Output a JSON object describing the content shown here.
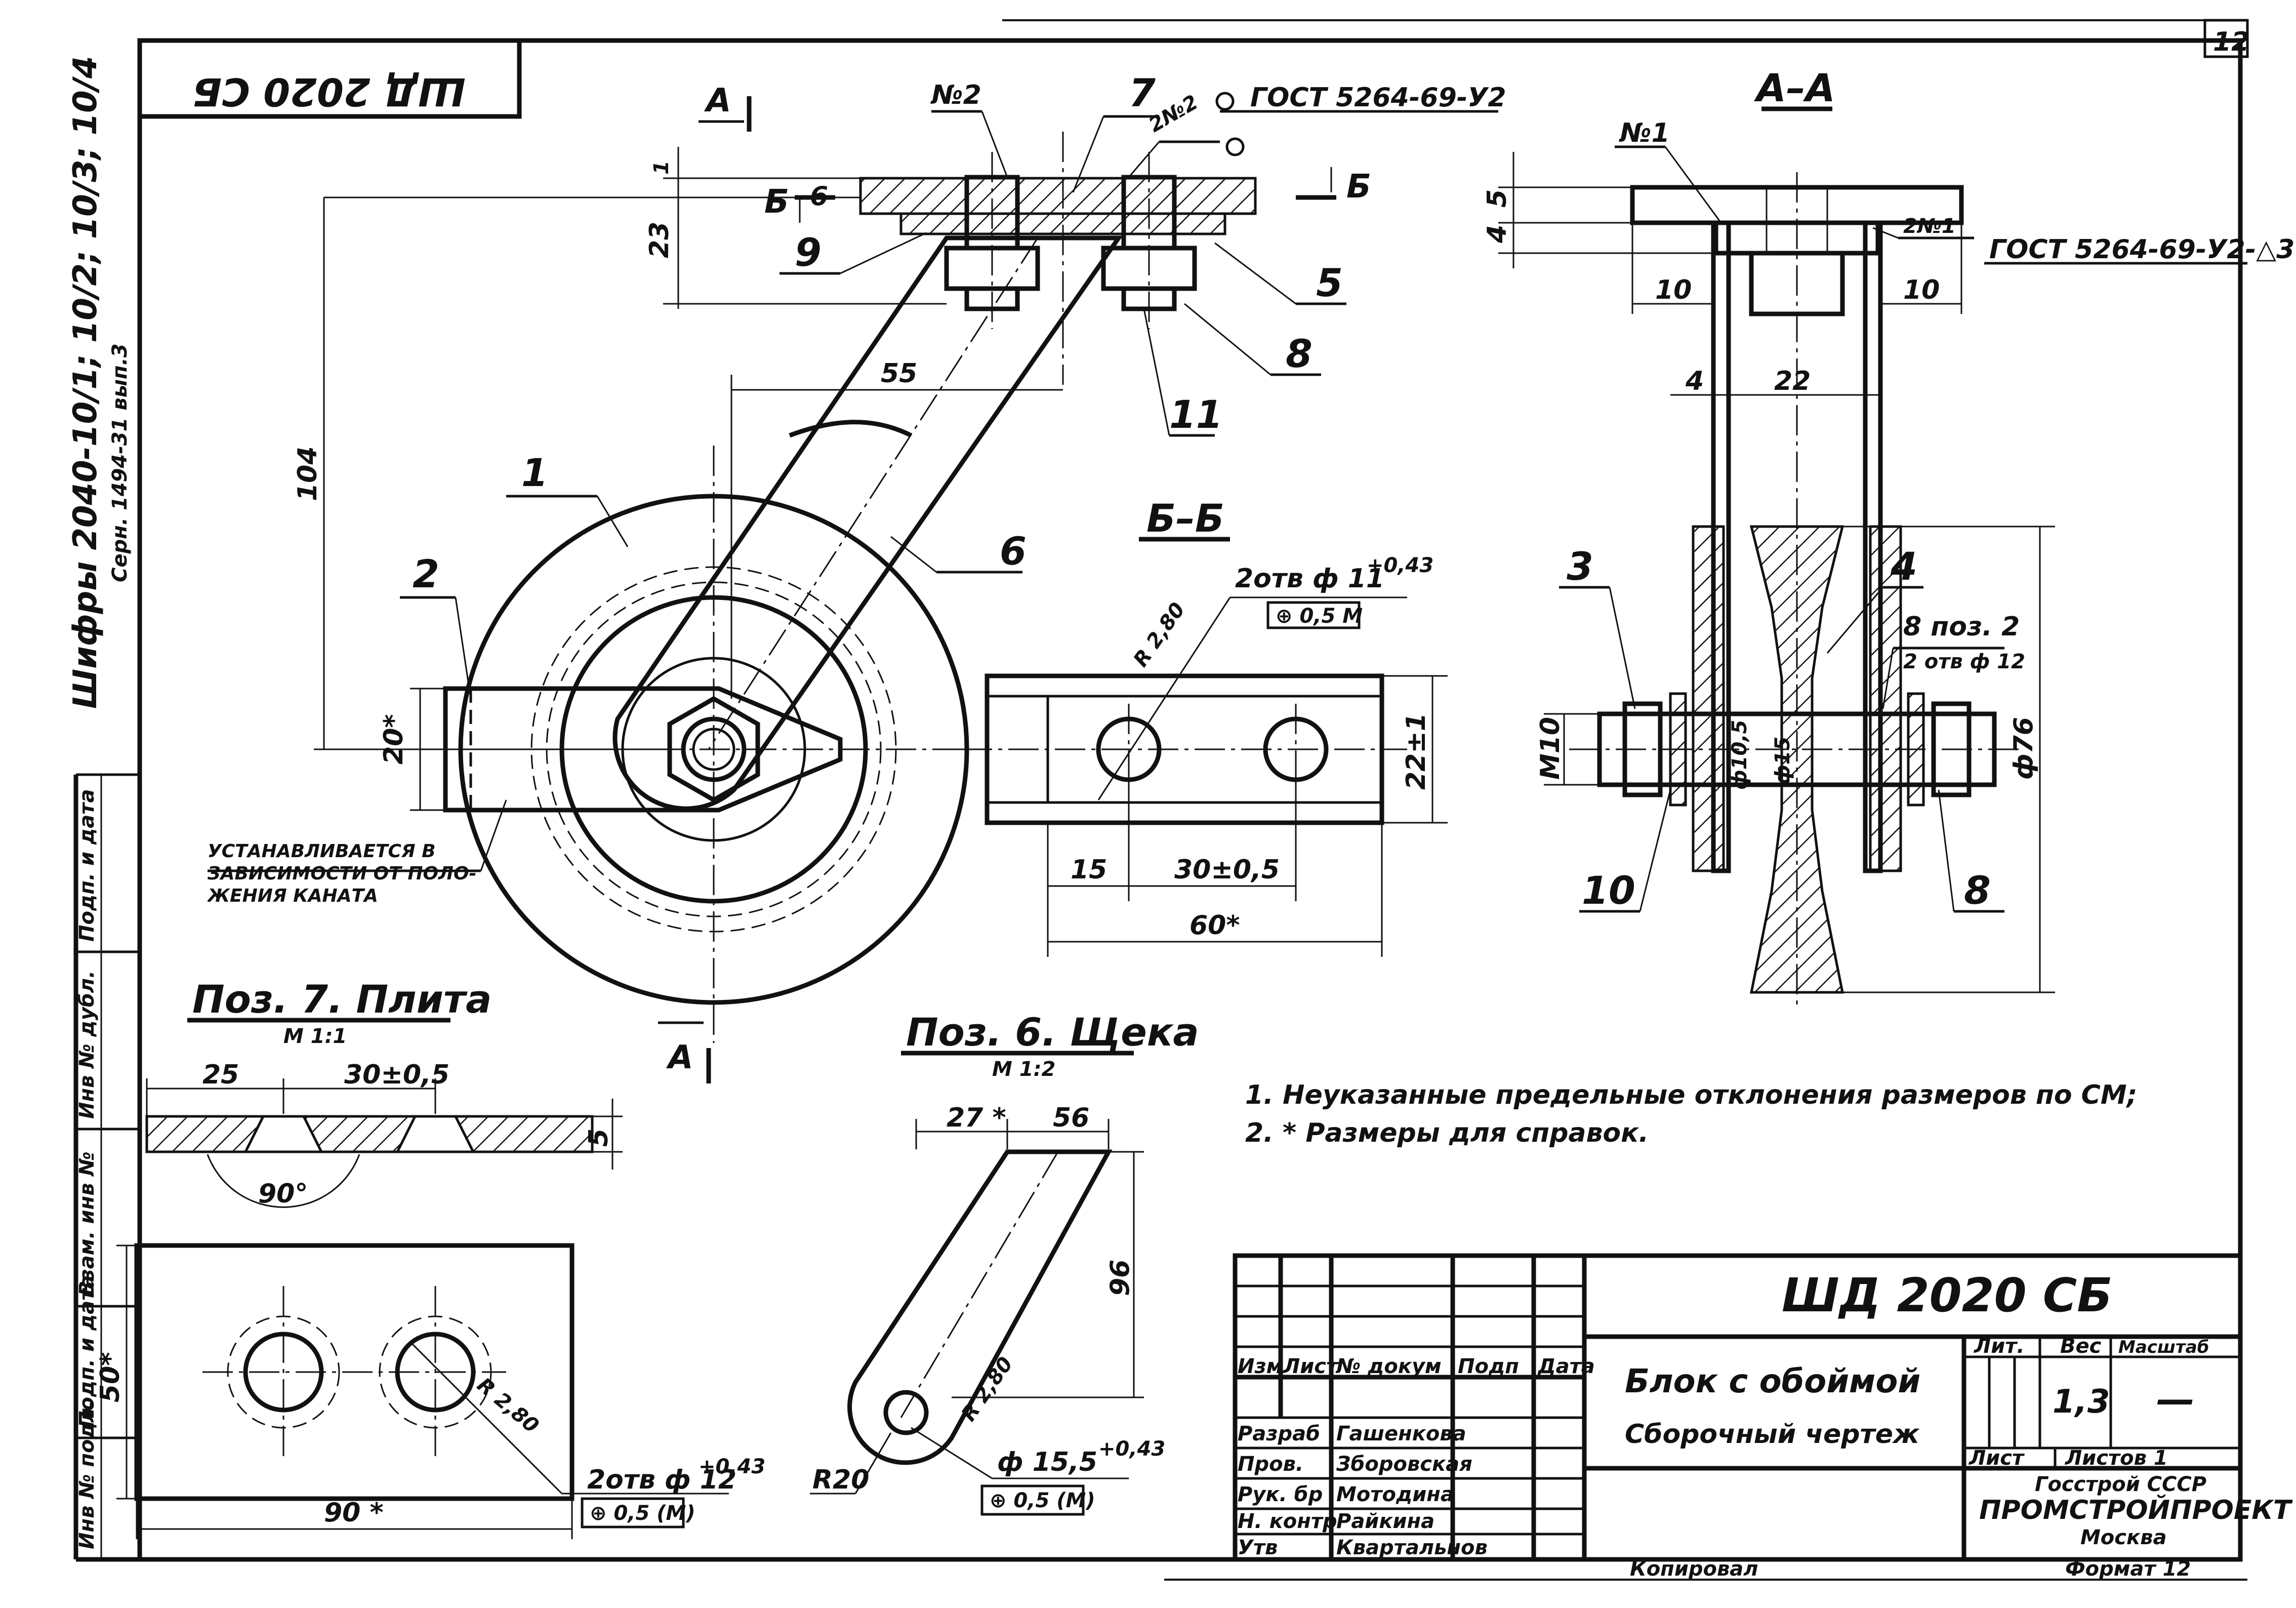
{
  "sheet": {
    "sheet_number": "12",
    "stamp_top": "ШД 2020 СБ",
    "margin_note": "Шифры 2040-10/1; 10/2; 10/3; 10/4",
    "margin_note_2": "Серн. 1494-31 вып.3",
    "left_strip": [
      "Инв № подл.",
      "Подп. и дата",
      "Взам. инв №",
      "Инв № дубл.",
      "Подп. и дата"
    ]
  },
  "main_view": {
    "section_a_left": "A",
    "section_a_bottom": "A",
    "section_b": "Б",
    "callouts": [
      "1",
      "2",
      "5",
      "6",
      "7",
      "8",
      "9",
      "11"
    ],
    "weld_mark": "№2",
    "weld_double": "2№2",
    "weld_spec": "ГОСТ 5264-69-У2",
    "dim_23": "23",
    "dim_6": "6",
    "dim_1": "1",
    "dim_104": "104",
    "dim_55": "55",
    "dim_20": "20*",
    "note_install": "Устанавливается в зависимости от поло- жения каната"
  },
  "section_aa": {
    "title": "А–А",
    "weld_mark": "№1",
    "weld_double": "2№1",
    "weld_spec": "ГОСТ 5264-69-У2-△3",
    "callouts": [
      "3",
      "4",
      "8",
      "10"
    ],
    "note_pos": "8 поз. 2",
    "note_holes": "2 отв ф 12",
    "dim_5": "5",
    "dim_4a": "4",
    "dim_10l": "10",
    "dim_10r": "10",
    "dim_4": "4",
    "dim_22": "22",
    "dim_m10": "M10",
    "dim_d105": "ф10,5",
    "dim_d15": "ф15",
    "dim_d76": "ф76"
  },
  "section_bb": {
    "title": "Б–Б",
    "holes": "2отв ф 11",
    "holes_tol": "+0,43",
    "tolerance_frame": "⊕ 0,5 М",
    "roughness": "R 2,80",
    "dim_22": "22±1",
    "dim_15": "15",
    "dim_30": "30±0,5",
    "dim_60": "60*"
  },
  "pos7": {
    "title": "Поз. 7.   Плита",
    "scale": "М 1:1",
    "dim_25": "25",
    "dim_30": "30±0,5",
    "dim_5": "5",
    "dim_angle": "90°",
    "dim_50": "50*",
    "dim_90": "90 *",
    "roughness": "R 2,80",
    "holes": "2отв ф 12",
    "holes_tol": "+0,43",
    "tolerance_frame": "⊕ 0,5 (М)"
  },
  "pos6": {
    "title": "Поз. 6.  Щека",
    "scale": "М 1:2",
    "dim_27": "27 *",
    "dim_56": "56",
    "dim_96": "96",
    "dim_r20": "R20",
    "roughness": "R 2,80",
    "hole": "ф 15,5",
    "hole_tol": "+0,43",
    "tolerance_frame": "⊕ 0,5 (М)"
  },
  "notes": [
    "1. Неуказанные предельные отклонения размеров по СМ;",
    "2. * Размеры для справок."
  ],
  "title_block": {
    "designation": "ШД 2020 СБ",
    "name_line1": "Блок с обоймой",
    "name_line2": "Сборочный чертеж",
    "col_izm": "Изм",
    "col_list": "Лист",
    "col_doc": "№ докум",
    "col_sign": "Подп",
    "col_date": "Дата",
    "roles": [
      "Разраб",
      "Пров.",
      "Рук. бр",
      "Н. контр",
      "Утв"
    ],
    "names": [
      "Гашенкова",
      "Зборовская",
      "Мотодина",
      "Райкина",
      "Квартальнов"
    ],
    "head_lit": "Лит.",
    "head_mass": "Вес",
    "head_scale": "Масштаб",
    "mass": "1,3",
    "scale": "—",
    "sheet_label": "Лист",
    "sheets_label": "Листов 1",
    "org1": "Госстрой СССР",
    "org2": "ПРОМСТРОЙПРОЕКТ",
    "org3": "Москва",
    "copied": "Копировал",
    "format": "Формат 12"
  }
}
